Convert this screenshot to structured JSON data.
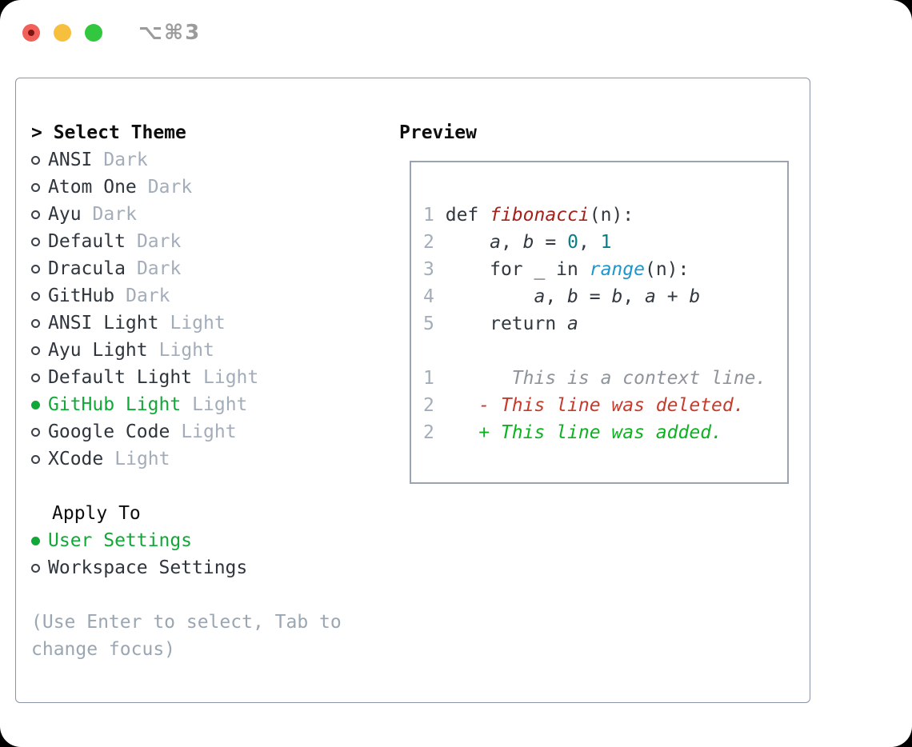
{
  "window": {
    "title": "⌥⌘3"
  },
  "traffic_lights": {
    "close": "close-button",
    "minimize": "minimize-button",
    "zoom": "zoom-button"
  },
  "colors": {
    "selected_green": "#12a838",
    "added_green": "#0db220",
    "deleted_red": "#c53b2c",
    "function_red": "#a3231b",
    "number_teal": "#0a7c87",
    "builtin_blue": "#1e96cc",
    "muted_gray": "#a3adba",
    "hint_gray": "#9aa6b2",
    "panel_border": "#8b95a5"
  },
  "theme_panel": {
    "header_prefix": "> ",
    "header_label": "Select Theme",
    "items": [
      {
        "name": "ANSI",
        "variant": "Dark",
        "selected": false
      },
      {
        "name": "Atom One",
        "variant": "Dark",
        "selected": false
      },
      {
        "name": "Ayu",
        "variant": "Dark",
        "selected": false
      },
      {
        "name": "Default",
        "variant": "Dark",
        "selected": false
      },
      {
        "name": "Dracula",
        "variant": "Dark",
        "selected": false
      },
      {
        "name": "GitHub",
        "variant": "Dark",
        "selected": false
      },
      {
        "name": "ANSI Light",
        "variant": "Light",
        "selected": false
      },
      {
        "name": "Ayu Light",
        "variant": "Light",
        "selected": false
      },
      {
        "name": "Default Light",
        "variant": "Light",
        "selected": false
      },
      {
        "name": "GitHub Light",
        "variant": "Light",
        "selected": true
      },
      {
        "name": "Google Code",
        "variant": "Light",
        "selected": false
      },
      {
        "name": "XCode",
        "variant": "Light",
        "selected": false
      }
    ],
    "apply_to": {
      "label": "Apply To",
      "options": [
        {
          "name": "User Settings",
          "selected": true
        },
        {
          "name": "Workspace Settings",
          "selected": false
        }
      ]
    },
    "hint": "(Use Enter to select, Tab to change focus)"
  },
  "preview": {
    "label": "Preview",
    "lines": [
      {
        "num": "1",
        "tokens": [
          [
            " ",
            "p"
          ],
          [
            "def",
            "k"
          ],
          [
            " ",
            "p"
          ],
          [
            "fibonacci",
            "fn"
          ],
          [
            "(n):",
            "p"
          ]
        ]
      },
      {
        "num": "2",
        "tokens": [
          [
            "     ",
            "p"
          ],
          [
            "a",
            "v"
          ],
          [
            ", ",
            "p"
          ],
          [
            "b",
            "v"
          ],
          [
            " = ",
            "p"
          ],
          [
            "0",
            "n"
          ],
          [
            ", ",
            "p"
          ],
          [
            "1",
            "n"
          ]
        ]
      },
      {
        "num": "3",
        "tokens": [
          [
            "     for _ in ",
            "k"
          ],
          [
            "range",
            "b"
          ],
          [
            "(n):",
            "p"
          ]
        ]
      },
      {
        "num": "4",
        "tokens": [
          [
            "         ",
            "p"
          ],
          [
            "a",
            "v"
          ],
          [
            ", ",
            "p"
          ],
          [
            "b",
            "v"
          ],
          [
            " = ",
            "p"
          ],
          [
            "b",
            "v"
          ],
          [
            ", ",
            "p"
          ],
          [
            "a",
            "v"
          ],
          [
            " + ",
            "p"
          ],
          [
            "b",
            "v"
          ]
        ]
      },
      {
        "num": "5",
        "tokens": [
          [
            "     return ",
            "k"
          ],
          [
            "a",
            "v"
          ]
        ]
      },
      {
        "num": "",
        "tokens": []
      },
      {
        "num": "1",
        "tokens": [
          [
            "       This is a context line.",
            "c"
          ]
        ]
      },
      {
        "num": "2",
        "tokens": [
          [
            "    - This line was deleted.",
            "d"
          ]
        ]
      },
      {
        "num": "2",
        "tokens": [
          [
            "    + This line was added.",
            "a"
          ]
        ]
      }
    ]
  }
}
